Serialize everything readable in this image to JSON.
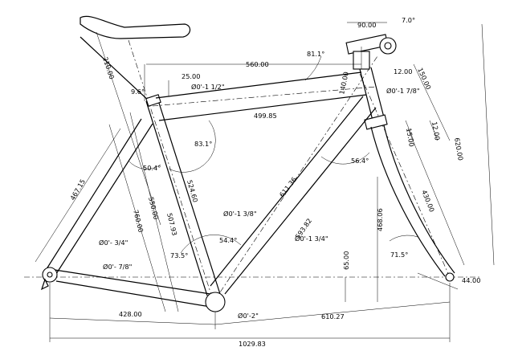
{
  "labels": {
    "stem_length": "90.00",
    "stem_angle": "7.0°",
    "saddle_setback": "210.00",
    "top_tube_eff": "560.00",
    "head_angle_top": "81.1°",
    "stem_offset": "12.00",
    "spacer": "150.00",
    "fork_total": "620.00",
    "ht_offset": "25.00",
    "st_setback_angle": "9.6°",
    "tt_diam": "Ø0'-1 1/2\"",
    "ht_length": "140.00",
    "ht_diam": "Ø0'-1 7/8\"",
    "tt_length": "499.85",
    "crown": "15.00",
    "crown2": "12.00",
    "st_tt_angle": "83.1°",
    "seatstay_angle": "50.4°",
    "ht_dt_angle": "56.4°",
    "seatstay_len": "467.15",
    "st_c_t": "550.00",
    "st_len": "524.60",
    "dt_len": "611.36",
    "fork_len": "430.00",
    "st_c_c": "507.93",
    "st_overall": "760.00",
    "stack": "468.06",
    "dt_inner": "593.82",
    "st_diam": "Ø0'-1 3/8\"",
    "ss_diam": "Ø0'- 3/4\"",
    "dt_diam": "Ø0'-1 3/4\"",
    "bb_dt_angle": "54.4°",
    "seat_angle": "73.5°",
    "head_angle": "71.5°",
    "bb_drop": "65.00",
    "cs_diam": "Ø0'- 7/8\"",
    "fork_rake": "44.00",
    "chainstay": "428.00",
    "front_center": "610.27",
    "bb_diam": "Ø0'-2\"",
    "wheelbase": "1029.83"
  }
}
